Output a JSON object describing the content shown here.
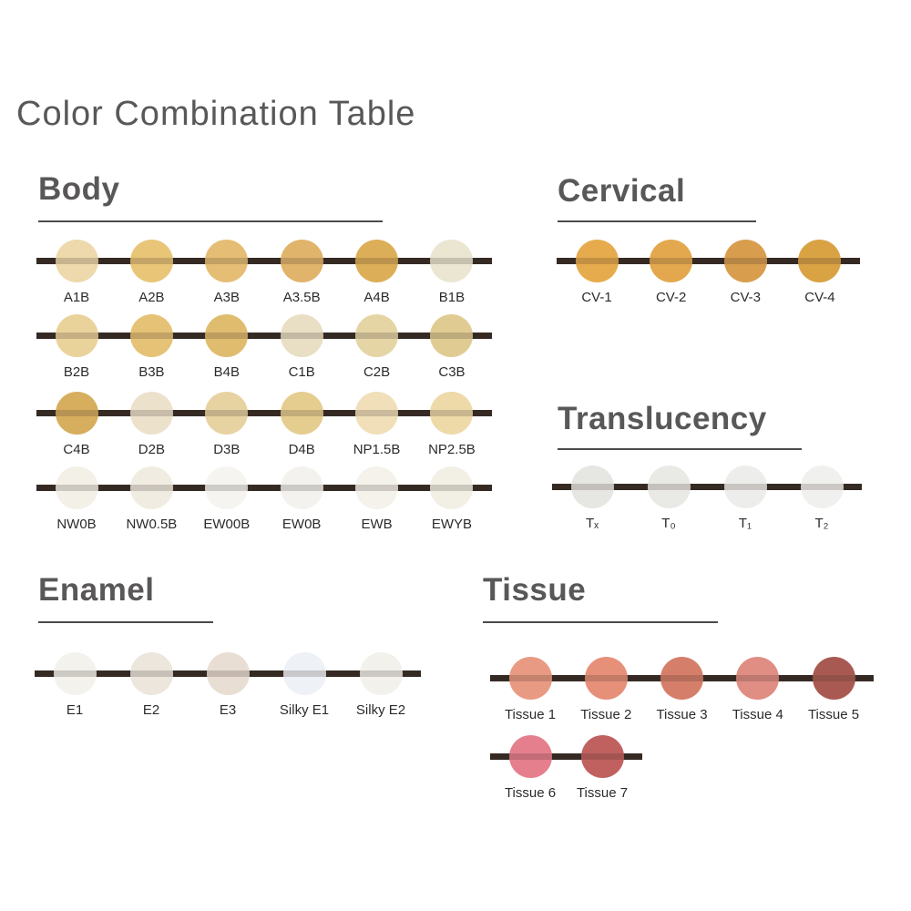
{
  "page": {
    "title": "Color Combination Table"
  },
  "line_color": "#352a23",
  "heading_color": "#595757",
  "sections": {
    "body": {
      "title": "Body",
      "rows": [
        [
          {
            "label": "A1B",
            "color": "#edd9ab"
          },
          {
            "label": "A2B",
            "color": "#e9c578"
          },
          {
            "label": "A3B",
            "color": "#e5bd74"
          },
          {
            "label": "A3.5B",
            "color": "#e0b46b"
          },
          {
            "label": "A4B",
            "color": "#dcae57"
          },
          {
            "label": "B1B",
            "color": "#eae6d2"
          }
        ],
        [
          {
            "label": "B2B",
            "color": "#ead29b"
          },
          {
            "label": "B3B",
            "color": "#e5c276"
          },
          {
            "label": "B4B",
            "color": "#e0bc6e"
          },
          {
            "label": "C1B",
            "color": "#e8dfc4"
          },
          {
            "label": "C2B",
            "color": "#e5d5a5"
          },
          {
            "label": "C3B",
            "color": "#e0cc93"
          }
        ],
        [
          {
            "label": "C4B",
            "color": "#d6ae5e"
          },
          {
            "label": "D2B",
            "color": "#ece1cb"
          },
          {
            "label": "D3B",
            "color": "#e7d2a2"
          },
          {
            "label": "D4B",
            "color": "#e5cd90"
          },
          {
            "label": "NP1.5B",
            "color": "#f0dfb9"
          },
          {
            "label": "NP2.5B",
            "color": "#eed9a9"
          }
        ],
        [
          {
            "label": "NW0B",
            "color": "#f3f0e7"
          },
          {
            "label": "NW0.5B",
            "color": "#f1ece1"
          },
          {
            "label": "EW00B",
            "color": "#f5f4f1"
          },
          {
            "label": "EW0B",
            "color": "#f3f2ee"
          },
          {
            "label": "EWB",
            "color": "#f4f2eb"
          },
          {
            "label": "EWYB",
            "color": "#f2f0e5"
          }
        ]
      ]
    },
    "cervical": {
      "title": "Cervical",
      "rows": [
        [
          {
            "label": "CV-1",
            "color": "#e6ab4c"
          },
          {
            "label": "CV-2",
            "color": "#e3a84e"
          },
          {
            "label": "CV-3",
            "color": "#d89e4e"
          },
          {
            "label": "CV-4",
            "color": "#d9a243"
          }
        ]
      ]
    },
    "translucency": {
      "title": "Translucency",
      "rows": [
        [
          {
            "label": "Tₓ",
            "color": "#e6e6e2"
          },
          {
            "label": "T₀",
            "color": "#e9e9e5"
          },
          {
            "label": "T₁",
            "color": "#ededeb"
          },
          {
            "label": "T₂",
            "color": "#f0f0ee"
          }
        ]
      ]
    },
    "enamel": {
      "title": "Enamel",
      "rows": [
        [
          {
            "label": "E1",
            "color": "#f3f2ec"
          },
          {
            "label": "E2",
            "color": "#ece6dd"
          },
          {
            "label": "E3",
            "color": "#e9ded3"
          },
          {
            "label": "Silky E1",
            "color": "#eef1f6"
          },
          {
            "label": "Silky E2",
            "color": "#f2f1eb"
          }
        ]
      ]
    },
    "tissue": {
      "title": "Tissue",
      "rows": [
        [
          {
            "label": "Tissue 1",
            "color": "#e99a83"
          },
          {
            "label": "Tissue 2",
            "color": "#e6907a"
          },
          {
            "label": "Tissue 3",
            "color": "#d57e6a"
          },
          {
            "label": "Tissue 4",
            "color": "#e08d84"
          },
          {
            "label": "Tissue 5",
            "color": "#a85a52"
          }
        ],
        [
          {
            "label": "Tissue 6",
            "color": "#e57f8e"
          },
          {
            "label": "Tissue 7",
            "color": "#c06160"
          }
        ]
      ]
    }
  }
}
